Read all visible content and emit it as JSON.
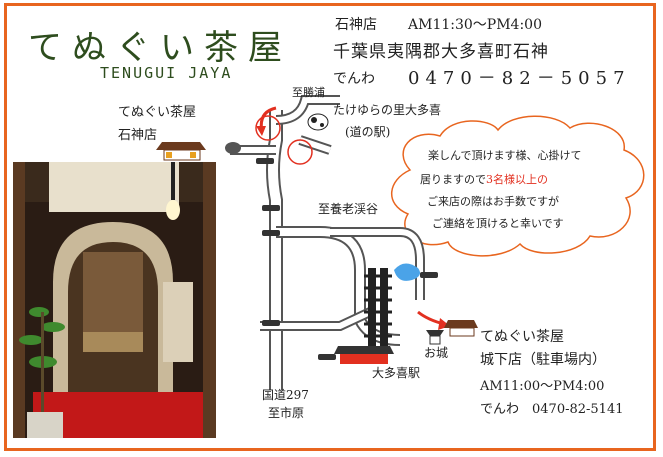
{
  "title": "てぬぐい茶屋",
  "romaji": "TENUGUI JAYA",
  "ishigami": {
    "name": "石神店",
    "hours": "AM11:30～PM4:00",
    "address": "千葉県夷隅郡大多喜町石神",
    "tel_label": "でんわ",
    "tel": "0470－82－5057"
  },
  "map": {
    "store1_line1": "てぬぐい茶屋",
    "store1_line2": "石神店",
    "to_katsuura": "至勝浦",
    "takeyura": "たけゆらの里大多喜",
    "michinoeki": "(道の駅)",
    "to_yoro": "至養老渓谷",
    "castle": "お城",
    "station": "大多喜駅",
    "route": "国道297",
    "to_ichihara": "至市原"
  },
  "cloud": {
    "line1": "楽しんで頂けます様、心掛けて",
    "line2_pre": "居りますので",
    "line2_red": "3名様以上の",
    "line3": "ご来店の際はお手数ですが",
    "line4": "ご連絡を頂けると幸いです"
  },
  "jokashita": {
    "line1": "てぬぐい茶屋",
    "line2": "城下店（駐車場内）",
    "hours": "AM11:00～PM4:00",
    "tel": "でんわ　0470-82-5141"
  },
  "colors": {
    "border": "#e8651f",
    "title": "#2e4d1e",
    "accent_red": "#e23020"
  }
}
